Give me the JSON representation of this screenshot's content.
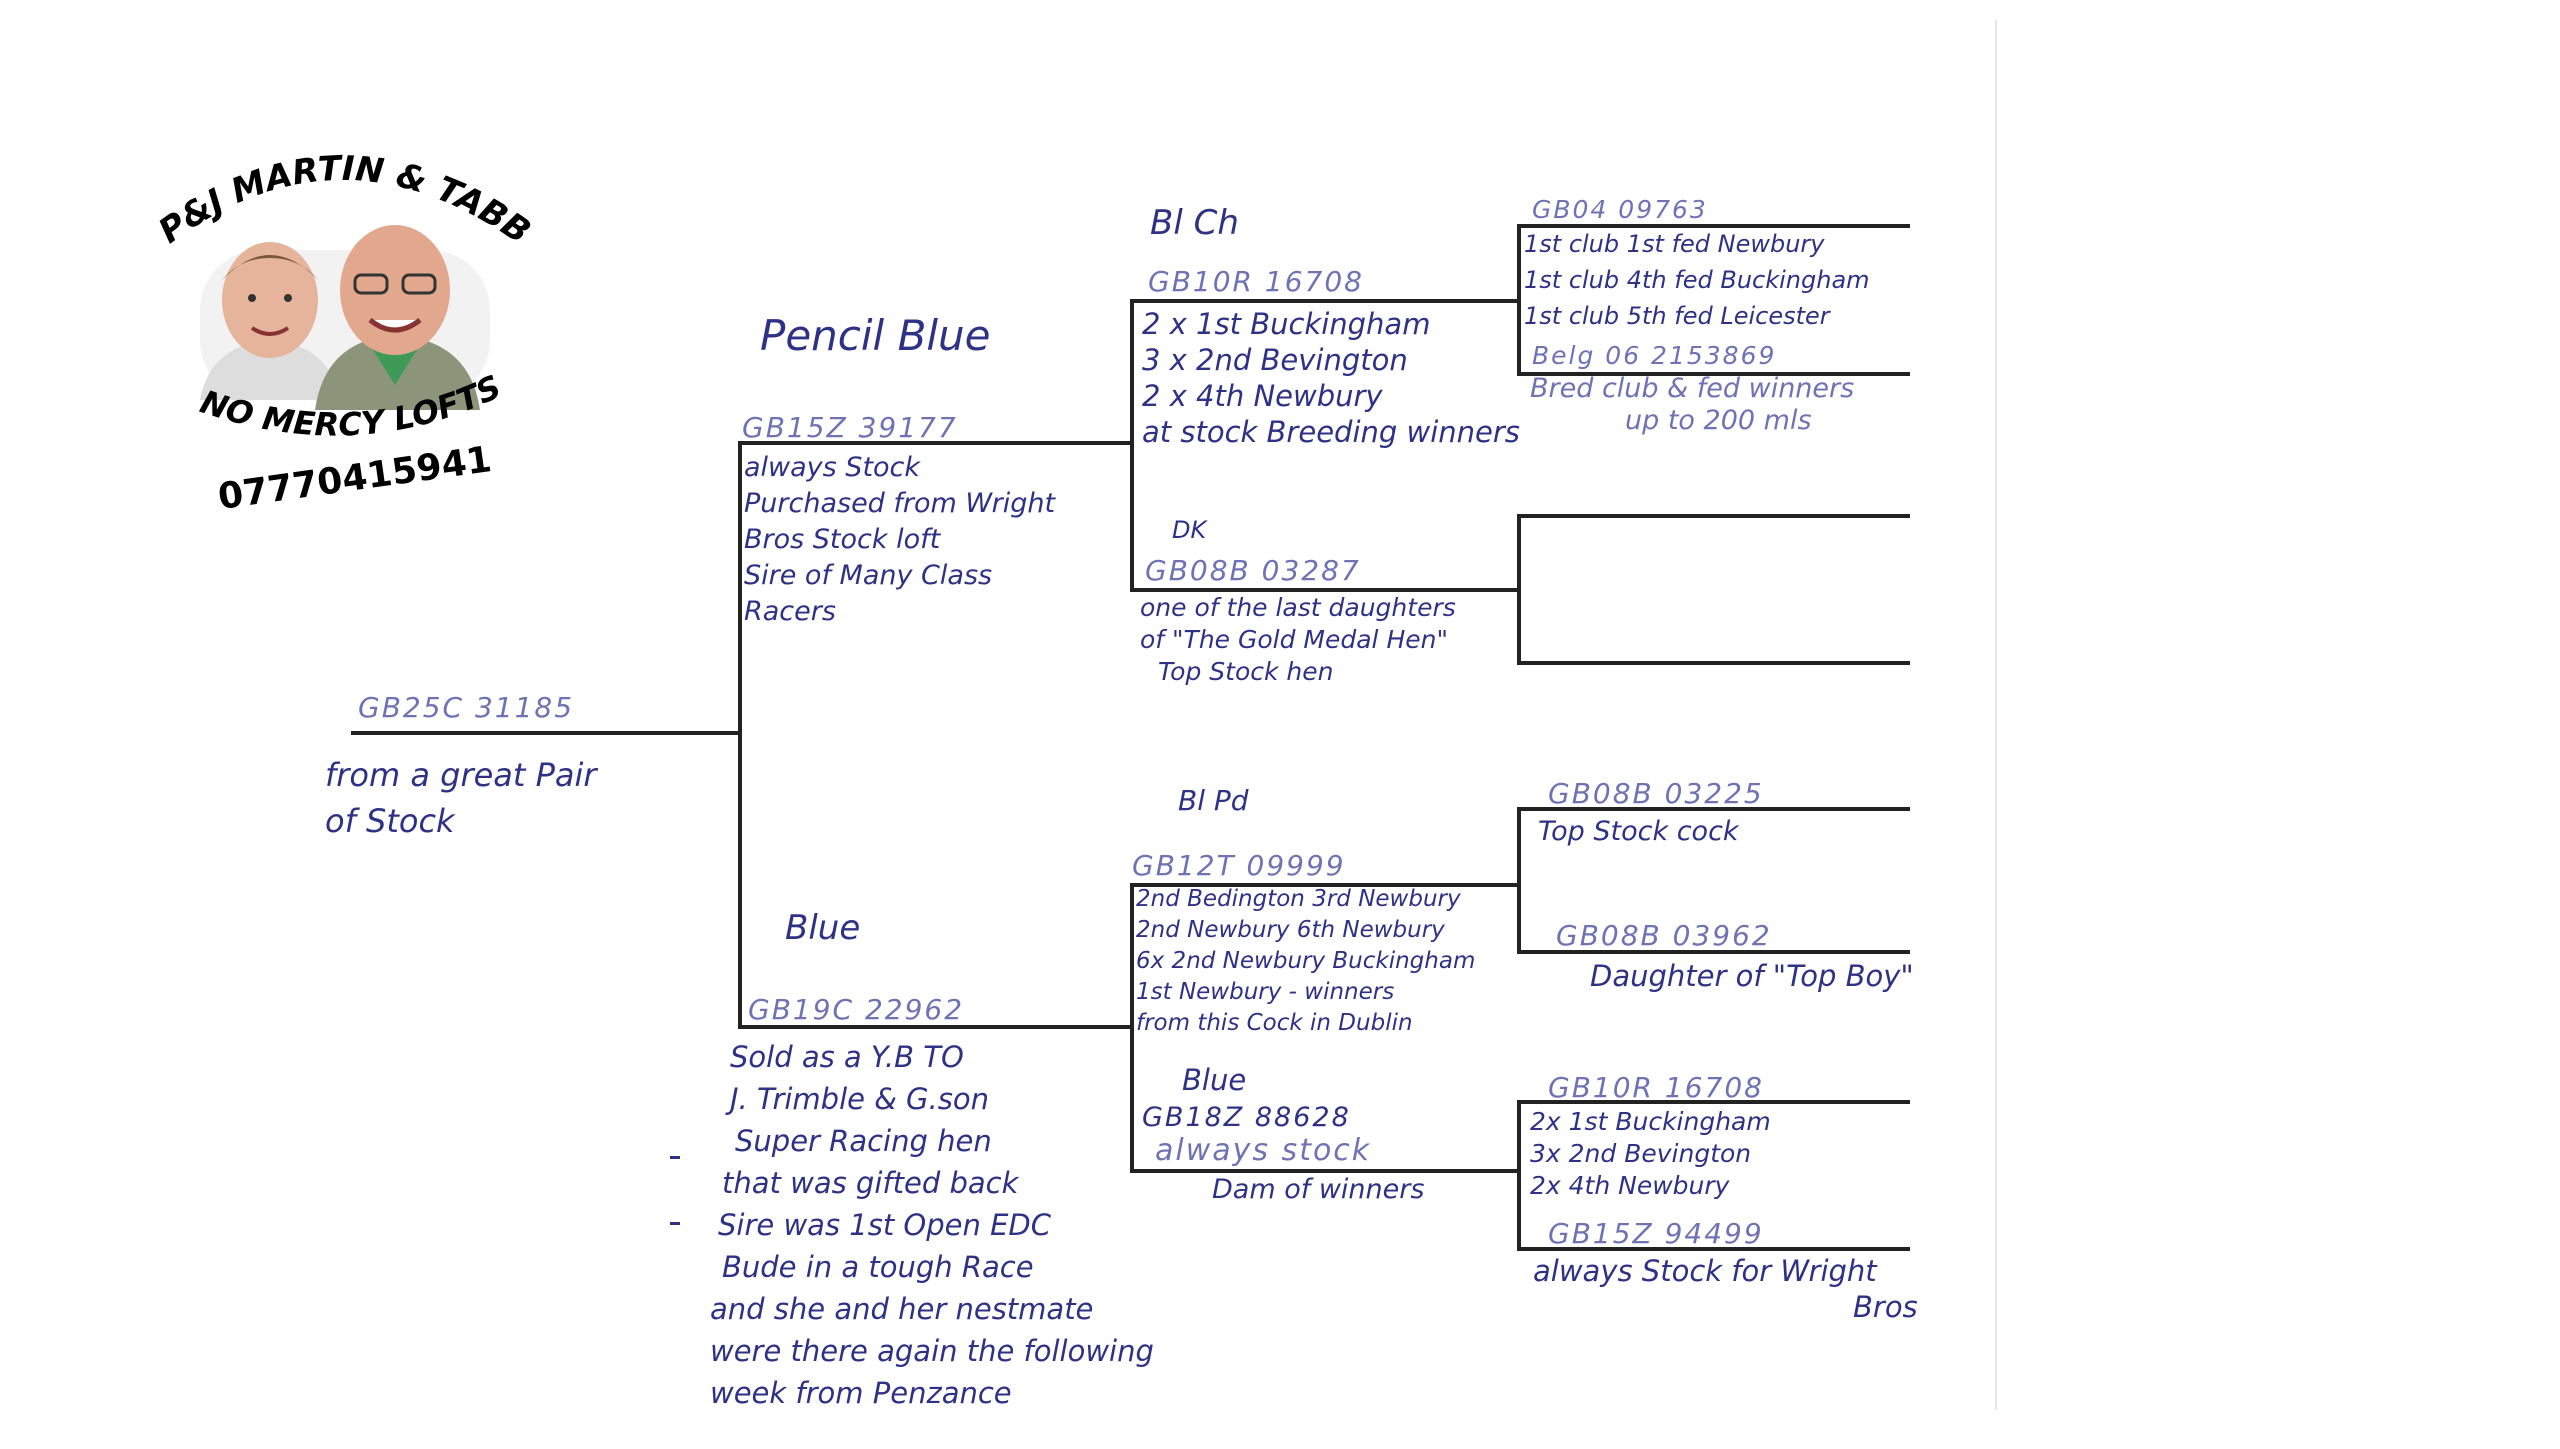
{
  "logo": {
    "top_text": "P&J MARTIN & TABB",
    "bottom_text": "NO MERCY LOFTS",
    "phone": "07770415941"
  },
  "subject": {
    "ring": "GB25C 31185",
    "notes": [
      "from a great Pair",
      "of Stock"
    ]
  },
  "sire": {
    "color": "Pencil Blue",
    "ring": "GB15Z 39177",
    "notes": [
      "always Stock",
      "Purchased from Wright",
      "Bros Stock loft",
      "Sire of Many Class",
      "Racers"
    ]
  },
  "dam": {
    "color": "Blue",
    "ring": "GB19C 22962",
    "notes": [
      "Sold as a Y.B TO",
      "J. Trimble & G.son",
      "Super Racing hen",
      "that was gifted back",
      "Sire was 1st Open EDC",
      "Bude in a tough Race",
      "and she and her nestmate",
      "were there again the following",
      "week from Penzance"
    ]
  },
  "sire_sire": {
    "color": "Bl Ch",
    "ring": "GB10R 16708",
    "notes": [
      "2 x 1st Buckingham",
      "3 x 2nd Bevington",
      "2 x 4th Newbury",
      "at stock Breeding winners"
    ]
  },
  "sire_dam": {
    "color": "DK",
    "ring": "GB08B 03287",
    "notes": [
      "one of the last daughters",
      "of \"The Gold Medal Hen\"",
      "Top Stock hen"
    ]
  },
  "dam_sire": {
    "color": "Bl Pd",
    "ring": "GB12T 09999",
    "notes": [
      "2nd Bedington  3rd Newbury",
      "2nd Newbury 6th Newbury",
      "6x 2nd Newbury Buckingham",
      "1st Newbury - winners",
      "from this Cock in Dublin"
    ]
  },
  "dam_dam": {
    "color": "Blue",
    "ring": "GB18Z 88628",
    "note_inside": "always stock",
    "note_below": "Dam of winners"
  },
  "sss": {
    "ring": "GB04 09763",
    "notes": [
      "1st club 1st fed Newbury",
      "1st club 4th fed Buckingham",
      "1st club 5th fed Leicester"
    ]
  },
  "ssd": {
    "ring": "Belg 06 2153869",
    "notes": [
      "Bred club & fed winners",
      "up to 200 mls"
    ]
  },
  "dss": {
    "ring": "GB08B 03225",
    "note": "Top Stock cock"
  },
  "dsd": {
    "ring": "GB08B 03962",
    "note": "Daughter of \"Top Boy\""
  },
  "dds": {
    "ring": "GB10R 16708",
    "notes": [
      "2x 1st Buckingham",
      "3x 2nd Bevington",
      "2x 4th Newbury"
    ]
  },
  "ddd": {
    "ring": "GB15Z 94499",
    "notes": [
      "always Stock for Wright",
      "Bros"
    ]
  },
  "colors": {
    "ink": "#2e3285",
    "light_ink": "#6e73b4",
    "line": "#222222"
  }
}
